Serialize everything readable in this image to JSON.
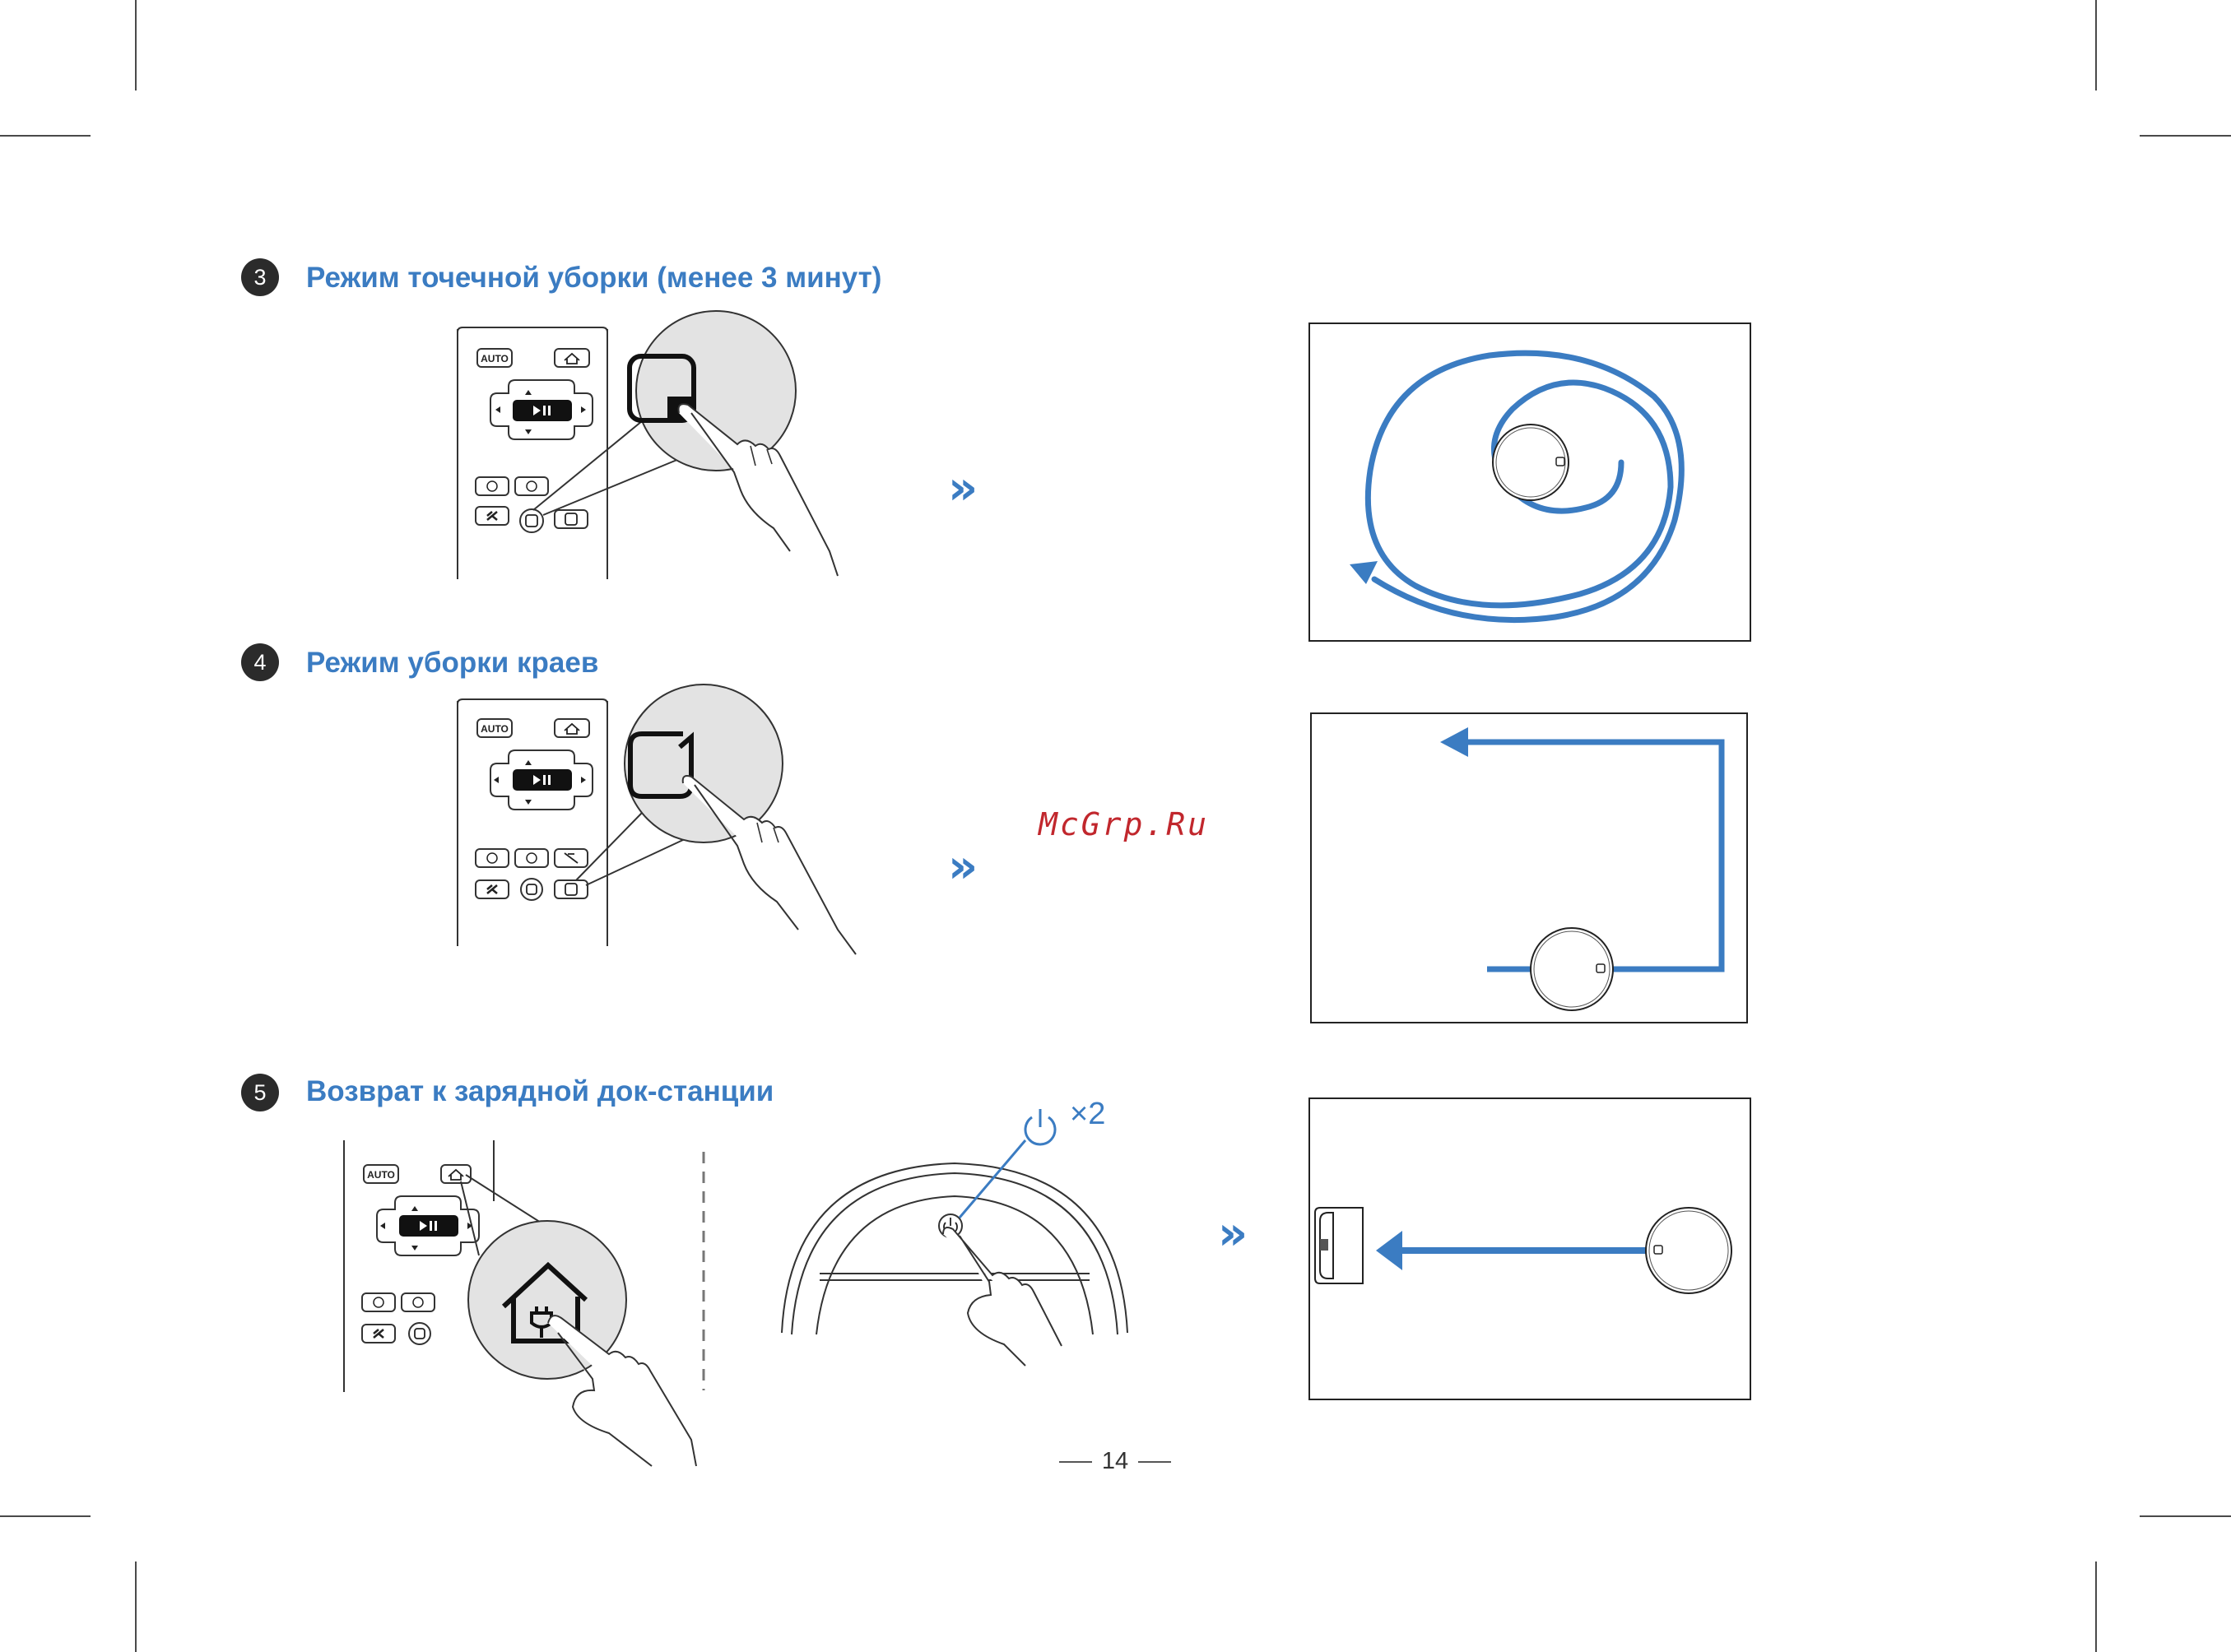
{
  "page_number": "14",
  "watermark": "McGrp.Ru",
  "sections": [
    {
      "number": "3",
      "title": "Режим точечной уборки (менее 3 минут)",
      "illustration": "spiral-cleaning-pattern"
    },
    {
      "number": "4",
      "title": "Режим уборки краев",
      "illustration": "edge-cleaning-pattern"
    },
    {
      "number": "5",
      "title": "Возврат к зарядной док-станции",
      "illustration": "return-to-dock"
    }
  ],
  "remote": {
    "auto_label": "AUTO"
  },
  "power_press_count": "×2",
  "colors": {
    "accent": "#3b7cc2",
    "badge": "#2b2b2b",
    "watermark": "#c1272d",
    "line": "#333333"
  }
}
